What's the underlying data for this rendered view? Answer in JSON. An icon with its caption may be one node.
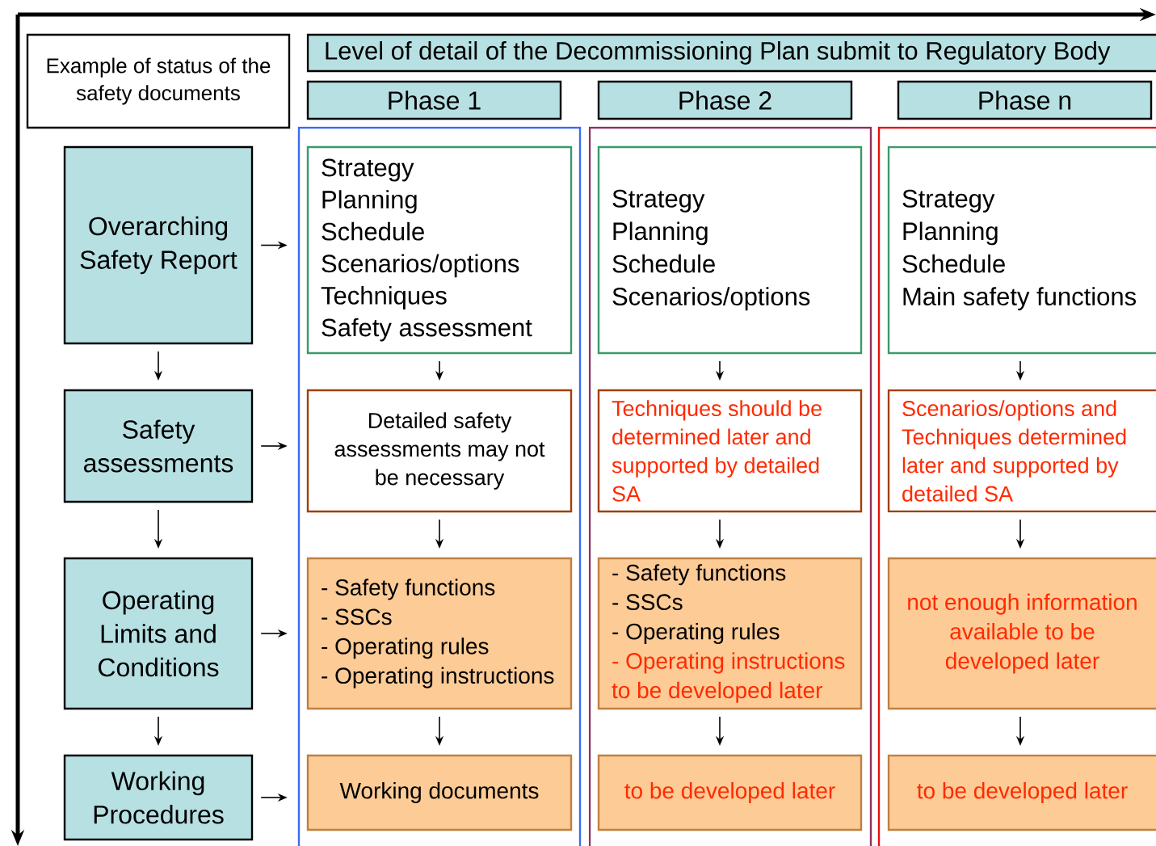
{
  "diagram": {
    "nodes": [
      {
        "text": [
          "Example of status of the safety documents"
        ]
      },
      {
        "text": [
          "Level of detail of the Decommissioning Plan submit to Regulatory Body"
        ]
      },
      {
        "text": [
          "Phase 1"
        ]
      },
      {
        "text": [
          "Phase 2"
        ]
      },
      {
        "text": [
          "Phase n"
        ]
      },
      {
        "text": [
          "Overarching Safety Report"
        ]
      },
      {
        "text": [
          "Safety assessments"
        ]
      },
      {
        "text": [
          "Operating Limits and Conditions"
        ]
      },
      {
        "text": [
          "Working Procedures"
        ]
      },
      {
        "text": [],
        "shape": "box"
      },
      {
        "text": [
          "Strategy",
          "Planning",
          "Schedule",
          "Scenarios/options",
          "Techniques",
          "Safety assessment"
        ],
        "in": 9
      },
      {
        "text": [
          "Detailed safety assessments may not be necessary"
        ],
        "in": 9
      },
      {
        "text": [
          "- Safety functions",
          "- SSCs",
          "- Operating rules",
          "- Operating instructions"
        ],
        "in": 9
      },
      {
        "text": [
          "Working documents"
        ],
        "in": 9
      },
      {
        "text": [],
        "shape": "box"
      },
      {
        "text": [
          "Strategy",
          "Planning",
          "Schedule",
          "Scenarios/options"
        ],
        "in": 14
      },
      {
        "text": [
          "Techniques should be determined later and supported by detailed SA"
        ],
        "in": 14
      },
      {
        "text": [
          "- Safety functions",
          "- SSCs",
          "- Operating rules",
          "- Operating instructions",
          "to be developed later"
        ],
        "in": 14
      },
      {
        "text": [
          "to be developed later"
        ],
        "in": 14
      },
      {
        "text": [],
        "shape": "box"
      },
      {
        "text": [
          "Strategy",
          "Planning",
          "Schedule",
          "Main safety functions"
        ],
        "in": 19
      },
      {
        "text": [
          "Scenarios/options and Techniques determined later and supported by detailed SA"
        ],
        "in": 19
      },
      {
        "text": [
          "not enough information available to be developed later"
        ],
        "in": 19
      },
      {
        "text": [
          "to be developed later"
        ],
        "in": 19
      }
    ],
    "edges": [
      {
        "from": 5,
        "to": 6,
        "arrow": "to"
      },
      {
        "from": 6,
        "to": 7,
        "arrow": "to"
      },
      {
        "from": 7,
        "to": 8,
        "arrow": "to"
      },
      {
        "from": 5,
        "to": 10,
        "arrow": "to"
      },
      {
        "from": 6,
        "to": 11,
        "arrow": "to"
      },
      {
        "from": 7,
        "to": 12,
        "arrow": "to"
      },
      {
        "from": 8,
        "to": 13,
        "arrow": "to"
      },
      {
        "from": 10,
        "to": 11,
        "arrow": "to"
      },
      {
        "from": 11,
        "to": 12,
        "arrow": "to"
      },
      {
        "from": 12,
        "to": 13,
        "arrow": "to"
      },
      {
        "from": 15,
        "to": 16,
        "arrow": "to"
      },
      {
        "from": 16,
        "to": 17,
        "arrow": "to"
      },
      {
        "from": 17,
        "to": 18,
        "arrow": "to"
      },
      {
        "from": 20,
        "to": 21,
        "arrow": "to"
      },
      {
        "from": 21,
        "to": 22,
        "arrow": "to"
      },
      {
        "from": 22,
        "to": 23,
        "arrow": "to"
      }
    ]
  }
}
